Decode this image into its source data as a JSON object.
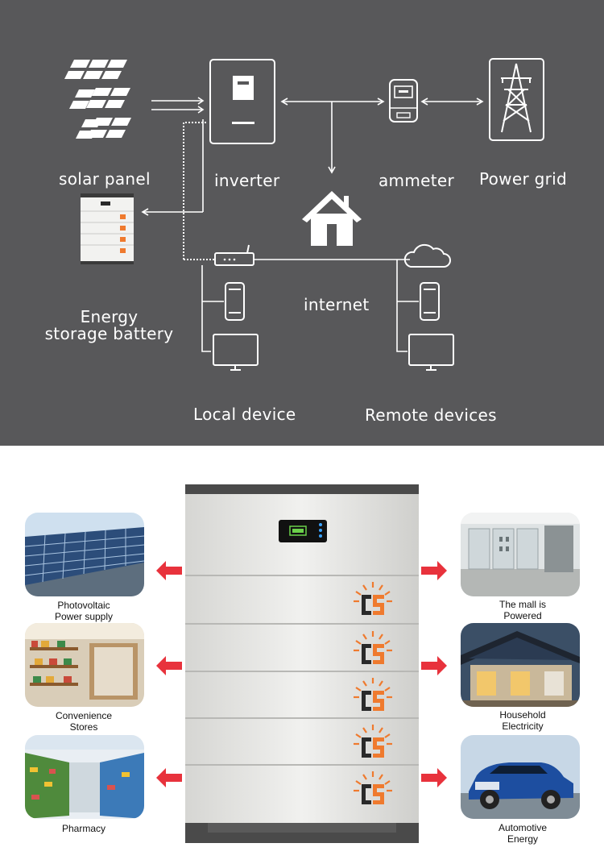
{
  "diagram": {
    "labels": {
      "solar_panel": "solar panel",
      "inverter": "inverter",
      "ammeter": "ammeter",
      "power_grid": "Power grid",
      "energy_storage_1": "Energy",
      "energy_storage_2": "storage battery",
      "internet": "internet",
      "local_device": "Local device",
      "remote_devices": "Remote devices"
    },
    "colors": {
      "background": "#58585a",
      "line": "#ffffff"
    }
  },
  "applications": {
    "left": [
      {
        "caption_1": "Photovoltaic",
        "caption_2": "Power supply",
        "image": "solar-farm"
      },
      {
        "caption_1": "Convenience",
        "caption_2": "Stores",
        "image": "store-shelves"
      },
      {
        "caption_1": "Pharmacy",
        "caption_2": "",
        "image": "pharmacy-aisle"
      }
    ],
    "right": [
      {
        "caption_1": "The mall is",
        "caption_2": "Powered",
        "image": "mall-interior"
      },
      {
        "caption_1": "Household",
        "caption_2": "Electricity",
        "image": "house-solar-roof"
      },
      {
        "caption_1": "Automotive",
        "caption_2": "Energy",
        "image": "blue-suv"
      }
    ],
    "arrow_color": "#e8323c",
    "brand_colors": {
      "orange": "#ef7a2e",
      "dark": "#2a2a2a"
    }
  }
}
